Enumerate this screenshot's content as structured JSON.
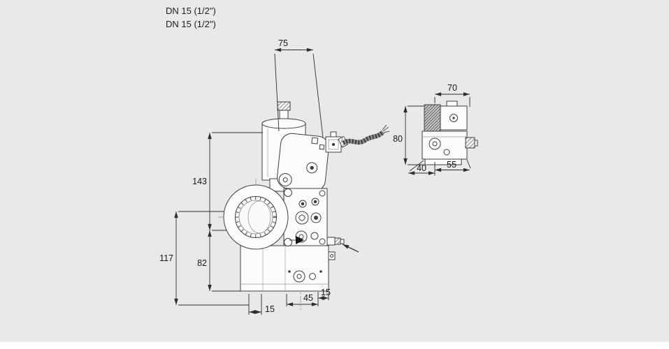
{
  "canvas": {
    "background": "#e9e9e9",
    "line_color": "#3f3f3f",
    "dim_color": "#2e2e2e",
    "text_color": "#161616"
  },
  "header": {
    "line1": "DN 15 (1/2\")",
    "line2": "DN 15 (1/2\")"
  },
  "main_view": {
    "dims": {
      "top_width": "75",
      "upper_height": "143",
      "overall_height": "117",
      "lower_height": "82",
      "bottom_offset_left": "15",
      "bottom_width": "45",
      "bottom_offset_right": "15"
    }
  },
  "side_view": {
    "dims": {
      "width": "70",
      "height": "80",
      "bottom_left_width": "40",
      "bottom_right_width": "55"
    }
  }
}
